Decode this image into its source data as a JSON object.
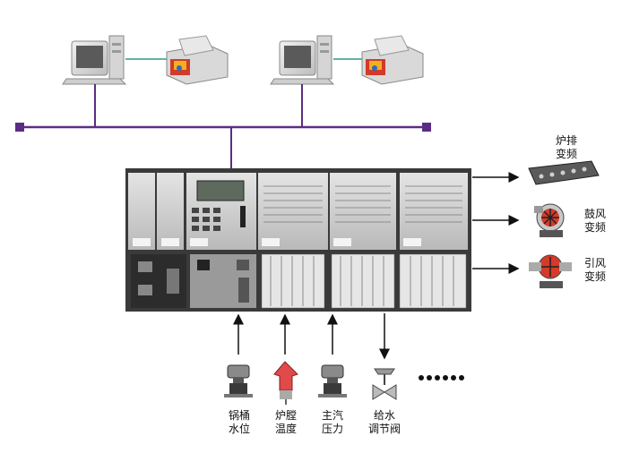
{
  "outputs": [
    {
      "line1": "炉排",
      "line2": "变频",
      "icon": "conveyor-icon"
    },
    {
      "line1": "鼓风",
      "line2": "变频",
      "icon": "blower-fan-icon"
    },
    {
      "line1": "引风",
      "line2": "变频",
      "icon": "induced-fan-icon"
    }
  ],
  "inputs": [
    {
      "line1": "锅桶",
      "line2": "水位",
      "icon": "level-transmitter-icon"
    },
    {
      "line1": "炉膛",
      "line2": "温度",
      "icon": "temperature-sensor-icon"
    },
    {
      "line1": "主汽",
      "line2": "压力",
      "icon": "pressure-transmitter-icon"
    },
    {
      "line1": "给水",
      "line2": "调节阀",
      "icon": "control-valve-icon"
    }
  ],
  "more_indicator": "ellipsis",
  "colors": {
    "bus": "#5a2d82",
    "plc_body": "#3a3a3a",
    "plc_panel": "#cfcfcf",
    "arrow": "#111111"
  }
}
